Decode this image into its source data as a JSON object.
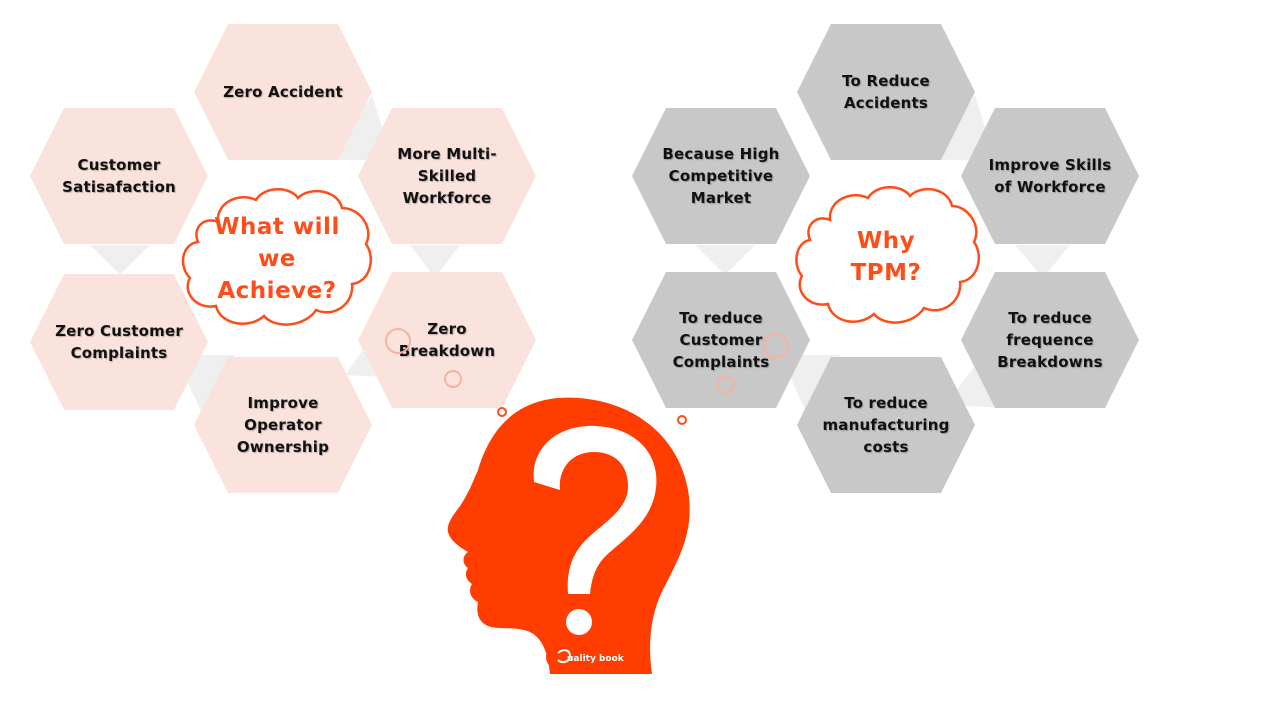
{
  "left_group": {
    "cloud_text": "What will we Achieve?",
    "cloud_lines": [
      "What will",
      "we",
      "Achieve?"
    ],
    "fill_color": "#fbe3dd",
    "items": [
      {
        "label": "Zero Accident"
      },
      {
        "label": "Customer Satisafaction"
      },
      {
        "label": "More Multi-Skilled Workforce"
      },
      {
        "label": "Zero Customer Complaints"
      },
      {
        "label": "Zero Breakdown"
      },
      {
        "label": "Improve Operator Ownership"
      }
    ]
  },
  "right_group": {
    "cloud_text": "Why TPM?",
    "cloud_lines": [
      "Why",
      "TPM?"
    ],
    "fill_color": "#c8c8c8",
    "items": [
      {
        "label": "To Reduce Accidents"
      },
      {
        "label": "Because High Competitive Market"
      },
      {
        "label": "Improve Skills of Workforce"
      },
      {
        "label": "To reduce Customer Complaints"
      },
      {
        "label": "To reduce frequence Breakdowns"
      },
      {
        "label": "To reduce manufacturing costs"
      }
    ]
  },
  "accent_color": "#ff3d00",
  "logo": {
    "text": "uality book",
    "mark": "Q"
  }
}
